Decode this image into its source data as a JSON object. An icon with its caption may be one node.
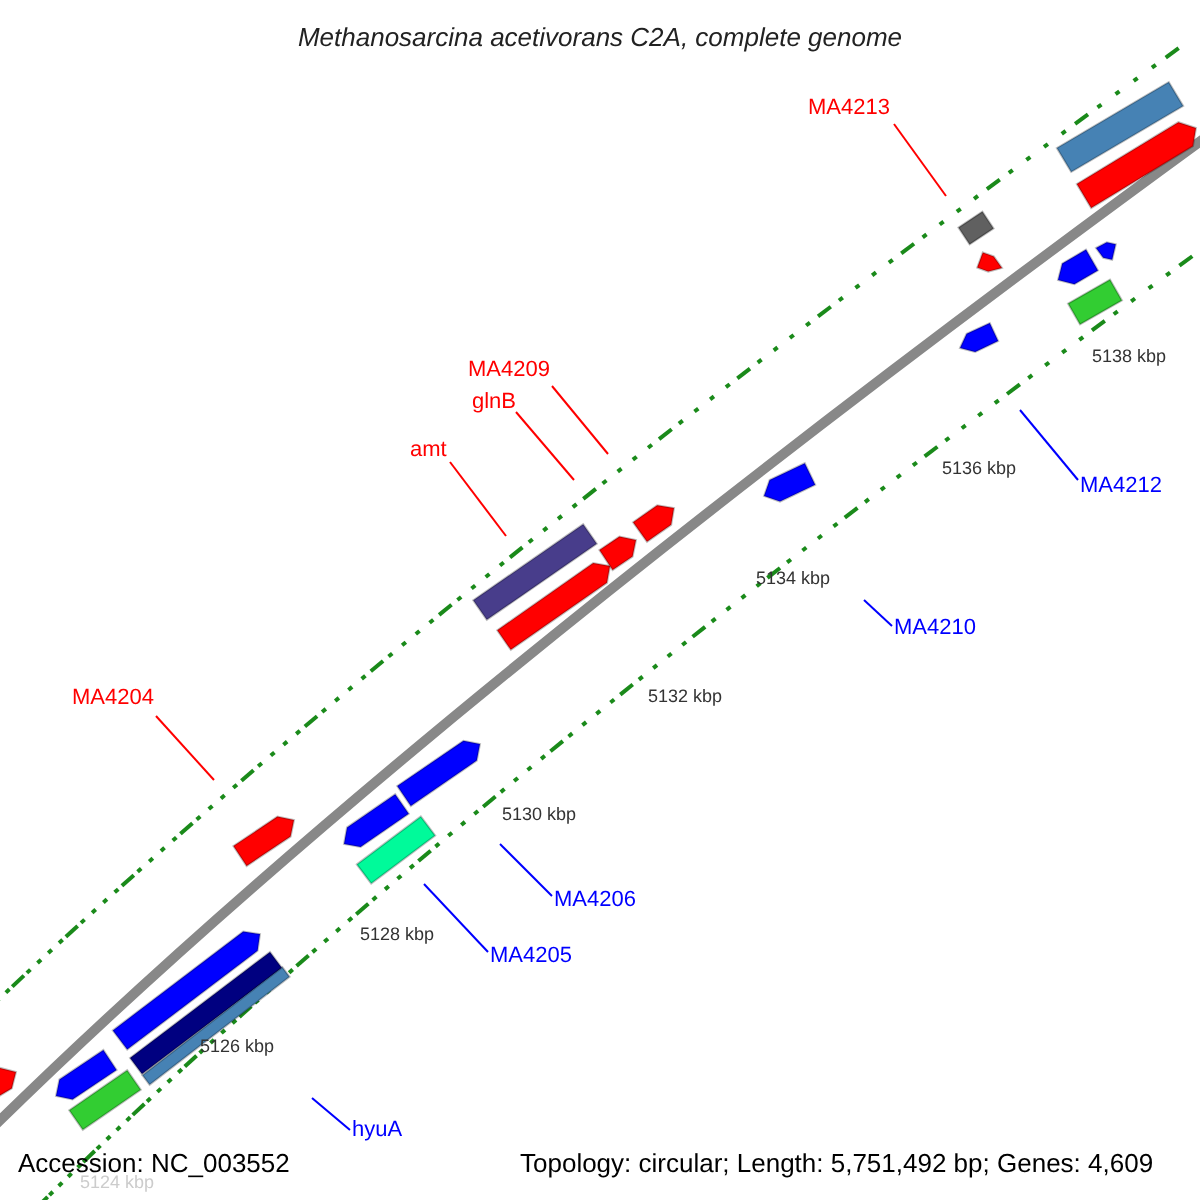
{
  "diagram": {
    "title": "Methanosarcina acetivorans C2A, complete genome",
    "nodes": [
      {
        "text": [
          "MA4213"
        ]
      },
      {
        "text": [
          "MA4209"
        ]
      },
      {
        "text": [
          "glnB"
        ]
      },
      {
        "text": [
          "amt"
        ]
      },
      {
        "text": [
          "MA4212"
        ]
      },
      {
        "text": [
          "MA4210"
        ]
      },
      {
        "text": [
          "MA4204"
        ]
      },
      {
        "text": [
          "MA4206"
        ]
      },
      {
        "text": [
          "MA4205"
        ]
      },
      {
        "text": [
          "hyuA"
        ]
      }
    ],
    "edges": [
      {
        "from": 0,
        "to": null,
        "arrow": "none"
      },
      {
        "from": 1,
        "to": null,
        "arrow": "none"
      },
      {
        "from": 2,
        "to": null,
        "arrow": "none"
      },
      {
        "from": 3,
        "to": null,
        "arrow": "none"
      },
      {
        "from": 4,
        "to": null,
        "arrow": "none",
        "color": "#0000ff"
      },
      {
        "from": 5,
        "to": null,
        "arrow": "none",
        "color": "#0000ff"
      },
      {
        "from": 6,
        "to": null,
        "arrow": "none"
      },
      {
        "from": 7,
        "to": null,
        "arrow": "none",
        "color": "#0000ff"
      },
      {
        "from": 8,
        "to": null,
        "arrow": "none",
        "color": "#0000ff"
      },
      {
        "from": 9,
        "to": null,
        "arrow": "none",
        "color": "#0000ff"
      }
    ],
    "labels": [
      "5138 kbp",
      "5136 kbp",
      "5134 kbp",
      "5132 kbp",
      "5130 kbp",
      "5128 kbp",
      "5126 kbp",
      "Accession: NC_003552",
      "Topology: circular; Length: 5,751,492 bp; Genes: 4,609",
      "5124 kbp"
    ]
  }
}
